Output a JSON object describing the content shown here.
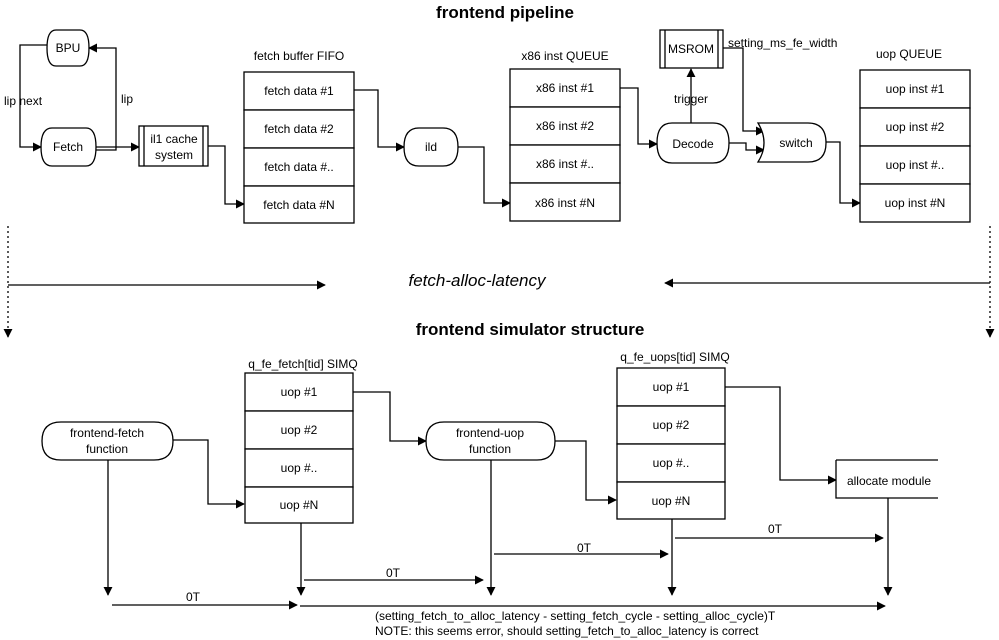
{
  "titles": {
    "pipeline": "frontend pipeline",
    "simulator": "frontend simulator structure",
    "latency": "fetch-alloc-latency"
  },
  "pipeline": {
    "bpu": "BPU",
    "fetch": "Fetch",
    "lip_next": "lip next",
    "lip": "lip",
    "il1_cache": [
      "il1 cache",
      "system"
    ],
    "fetch_buffer_title": "fetch buffer FIFO",
    "fetch_buffer_items": [
      "fetch data #1",
      "fetch data #2",
      "fetch data #..",
      "fetch data #N"
    ],
    "ild": "ild",
    "x86_queue_title": "x86 inst QUEUE",
    "x86_queue_items": [
      "x86 inst #1",
      "x86 inst #2",
      "x86 inst #..",
      "x86 inst #N"
    ],
    "msrom": "MSROM",
    "setting_ms_fe_width": "setting_ms_fe_width",
    "trigger": "trigger",
    "decode": "Decode",
    "switch": "switch",
    "uop_queue_title": "uop QUEUE",
    "uop_queue_items": [
      "uop inst #1",
      "uop inst #2",
      "uop inst #..",
      "uop inst #N"
    ]
  },
  "simulator": {
    "frontend_fetch": [
      "frontend-fetch",
      "function"
    ],
    "fetch_simq_title": "q_fe_fetch[tid] SIMQ",
    "fetch_simq_items": [
      "uop #1",
      "uop #2",
      "uop #..",
      "uop #N"
    ],
    "frontend_uop": [
      "frontend-uop",
      "function"
    ],
    "uops_simq_title": "q_fe_uops[tid] SIMQ",
    "uops_simq_items": [
      "uop #1",
      "uop #2",
      "uop #..",
      "uop #N"
    ],
    "allocate_module": "allocate module",
    "timing": {
      "t0_a": "0T",
      "t0_b": "0T",
      "t0_c": "0T",
      "t0_d": "0T",
      "formula": "(setting_fetch_to_alloc_latency - setting_fetch_cycle - setting_alloc_cycle)T",
      "note": "NOTE: this seems error, should setting_fetch_to_alloc_latency is correct"
    }
  }
}
